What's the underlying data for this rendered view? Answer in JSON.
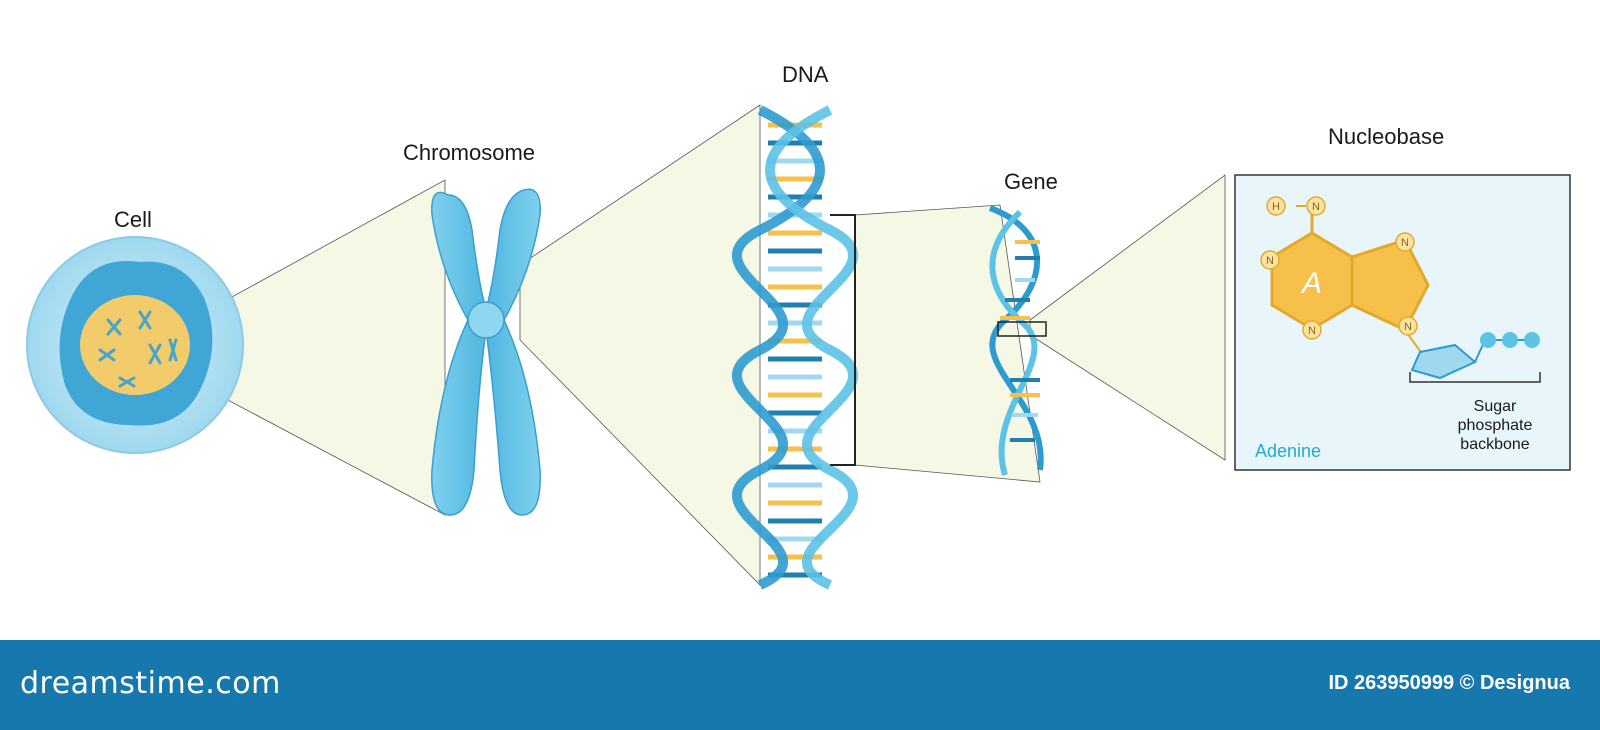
{
  "labels": {
    "cell": "Cell",
    "chromosome": "Chromosome",
    "dna": "DNA",
    "gene": "Gene",
    "nucleobase": "Nucleobase",
    "adenine": "Adenine",
    "base_letter": "A",
    "backbone": [
      "Sugar",
      "phosphate",
      "backbone"
    ],
    "atom_n": "N",
    "atom_h": "H"
  },
  "footer": {
    "brand": "dreamstime.com",
    "id_text": "ID 263950999 © Designua"
  },
  "colors": {
    "helix": "#43b4dc",
    "helix_dark": "#1f7fae",
    "base_yellow": "#f6c04a",
    "zoom_fill": "#f6f8e6",
    "adenine_text": "#26a8cf",
    "footer": "#1778ad"
  }
}
